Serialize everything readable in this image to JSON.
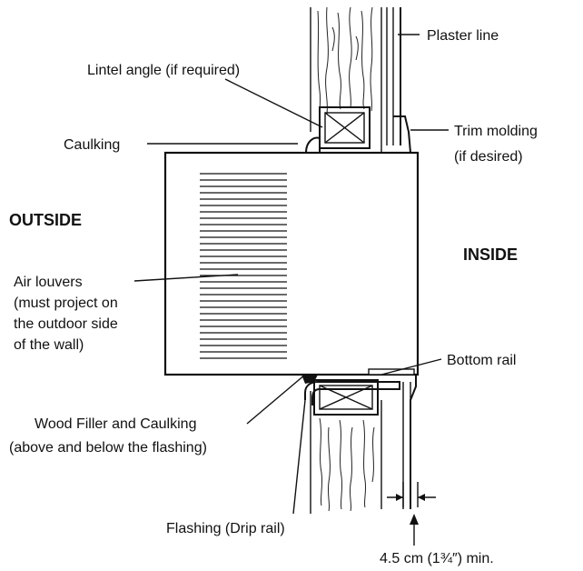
{
  "labels": {
    "plaster_line": "Plaster line",
    "lintel_angle": "Lintel angle (if required)",
    "caulking": "Caulking",
    "trim_molding_1": "Trim molding",
    "trim_molding_2": "(if desired)",
    "outside": "OUTSIDE",
    "inside": "INSIDE",
    "air_louvers_1": "Air louvers",
    "air_louvers_2": "(must project on",
    "air_louvers_3": "the outdoor side",
    "air_louvers_4": "of the wall)",
    "bottom_rail": "Bottom rail",
    "wood_filler_1": "Wood Filler and Caulking",
    "wood_filler_2": "(above and below the flashing)",
    "flashing": "Flashing (Drip rail)",
    "clearance": "4.5 cm (1¾″) min."
  }
}
